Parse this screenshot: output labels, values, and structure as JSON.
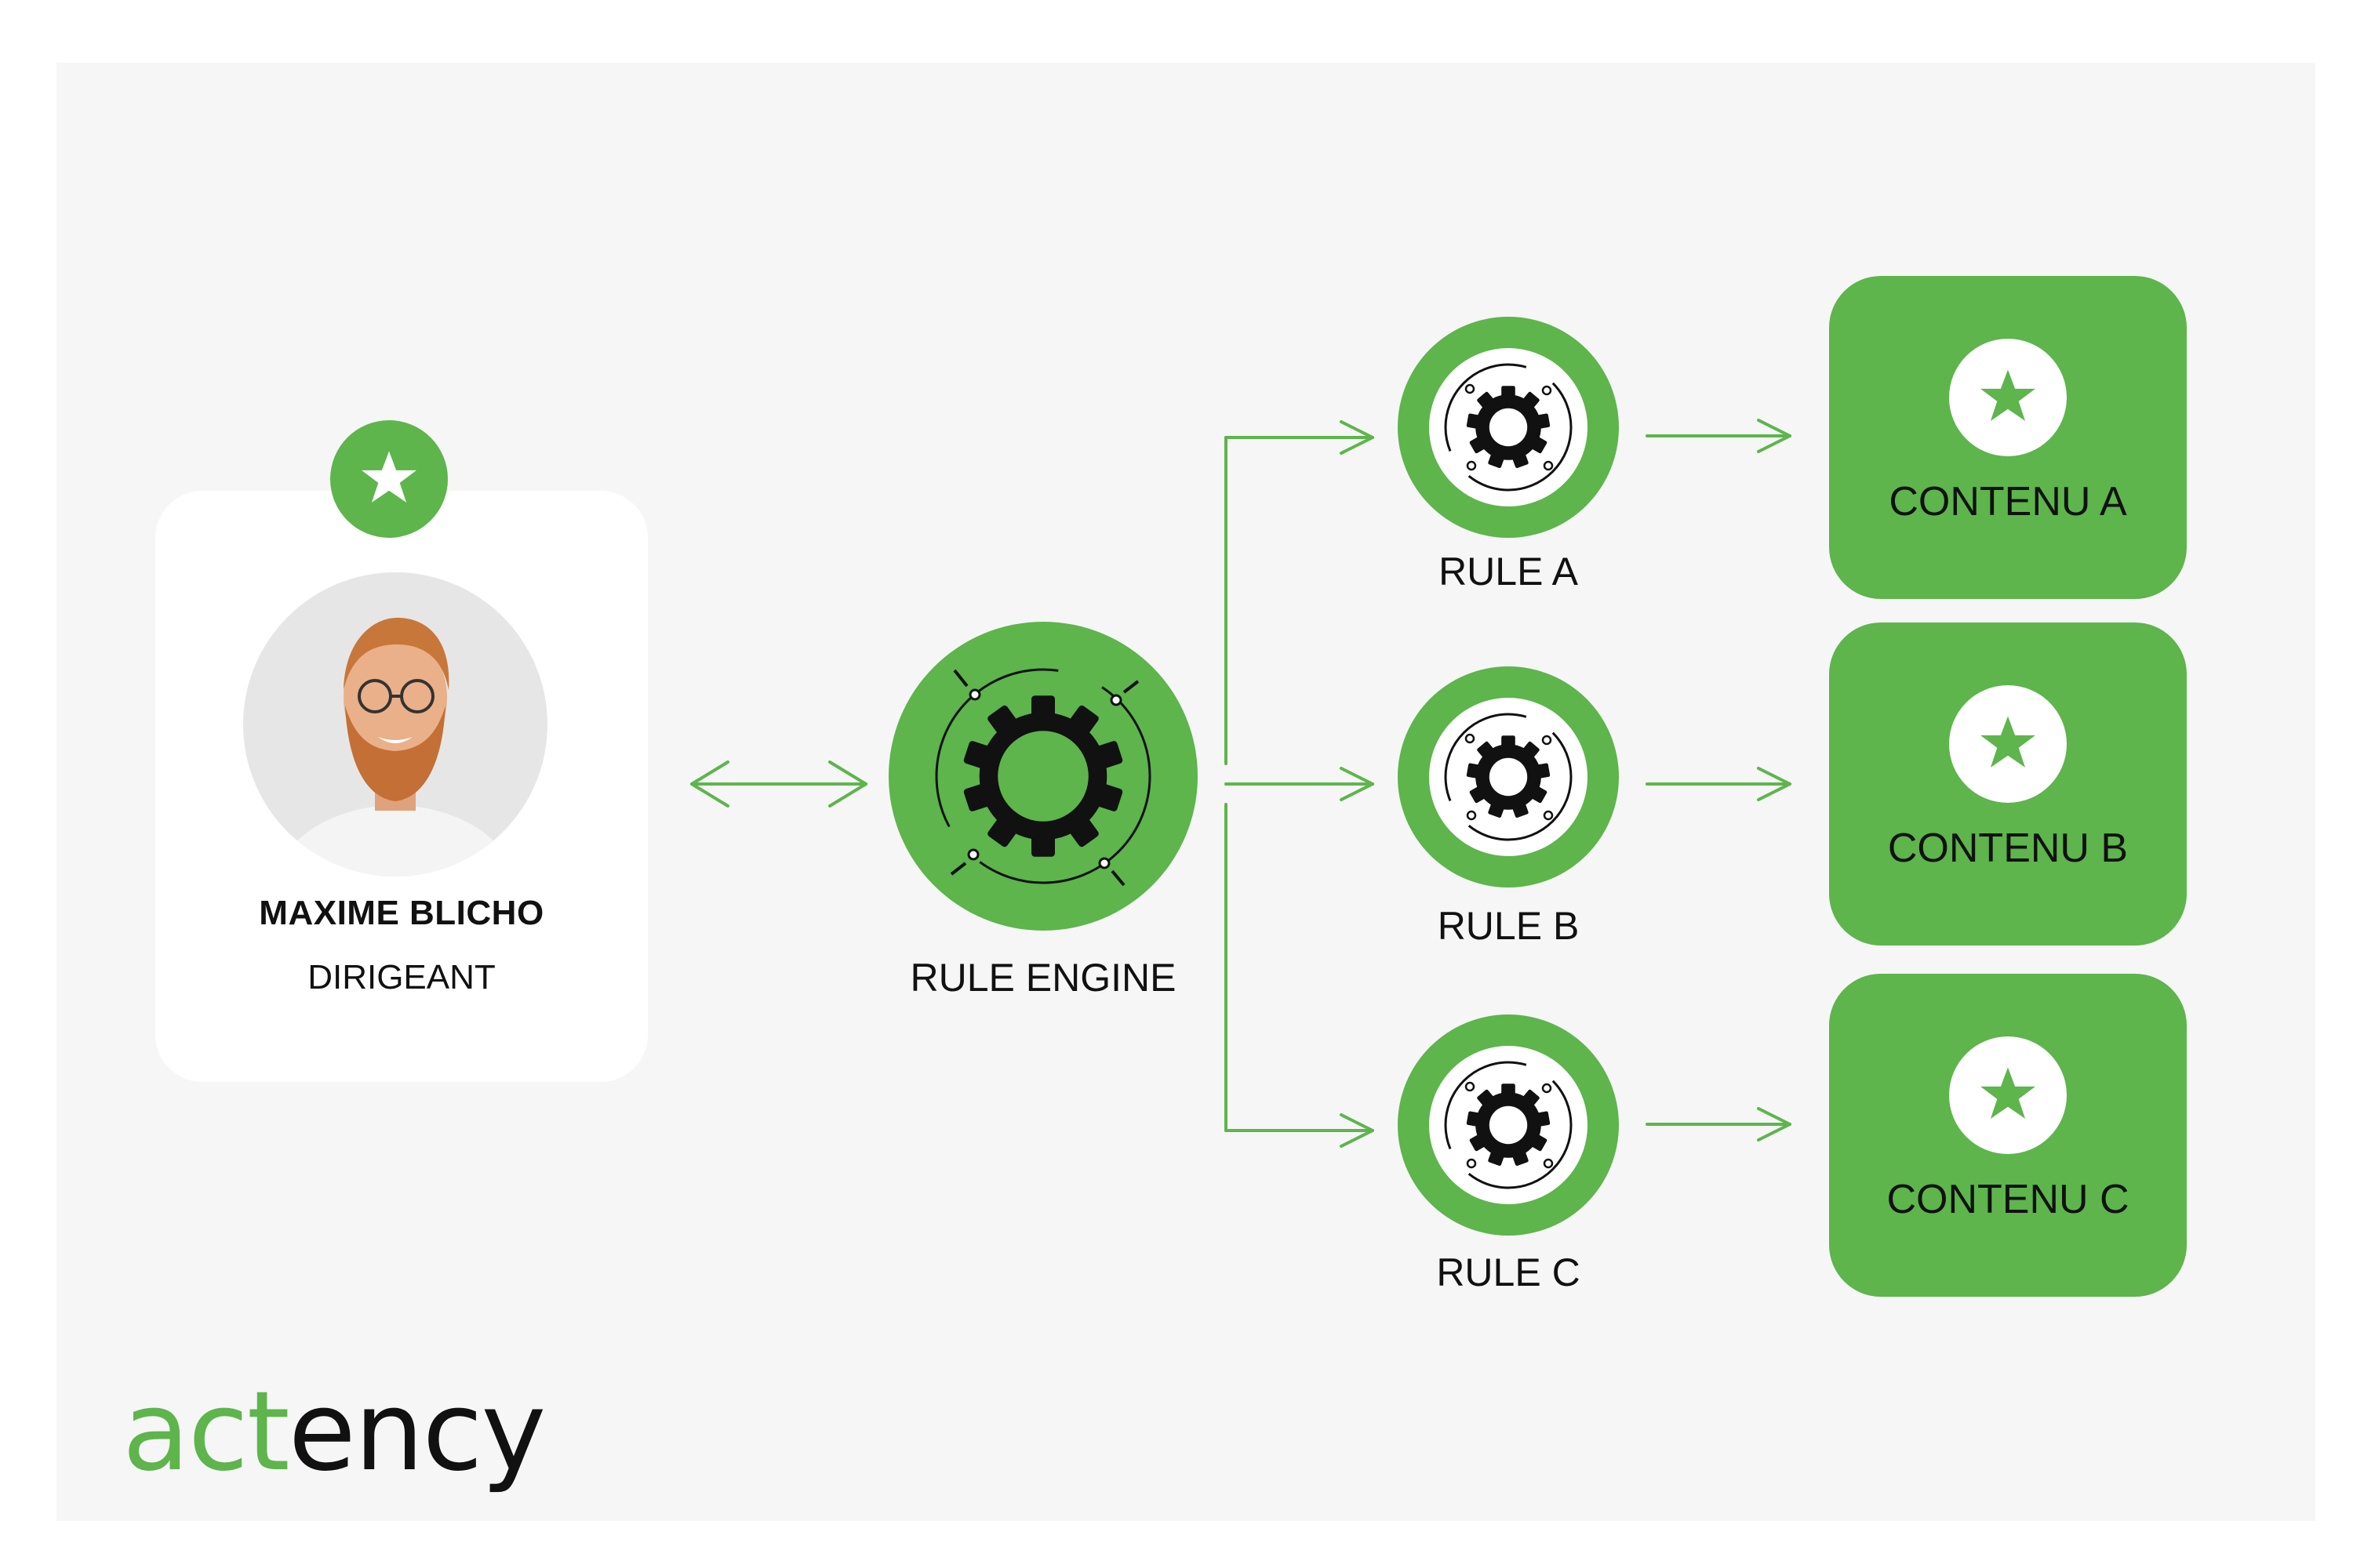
{
  "colors": {
    "accent": "#5db54c",
    "panel": "#f6f6f6",
    "ink": "#111111"
  },
  "icons": {
    "badge": "star-icon",
    "engine": "gear-icon",
    "rules": "gear-icon",
    "contents": "star-icon",
    "connectors": "arrow-icon"
  },
  "profile": {
    "name": "MAXIME BLICHO",
    "role": "DIRIGEANT"
  },
  "engine": {
    "label": "RULE ENGINE"
  },
  "rules": [
    {
      "label": "RULE A"
    },
    {
      "label": "RULE B"
    },
    {
      "label": "RULE C"
    }
  ],
  "contents": [
    {
      "label": "CONTENU A"
    },
    {
      "label": "CONTENU B"
    },
    {
      "label": "CONTENU C"
    }
  ],
  "logo": {
    "part1": "act",
    "part2": "ency"
  }
}
